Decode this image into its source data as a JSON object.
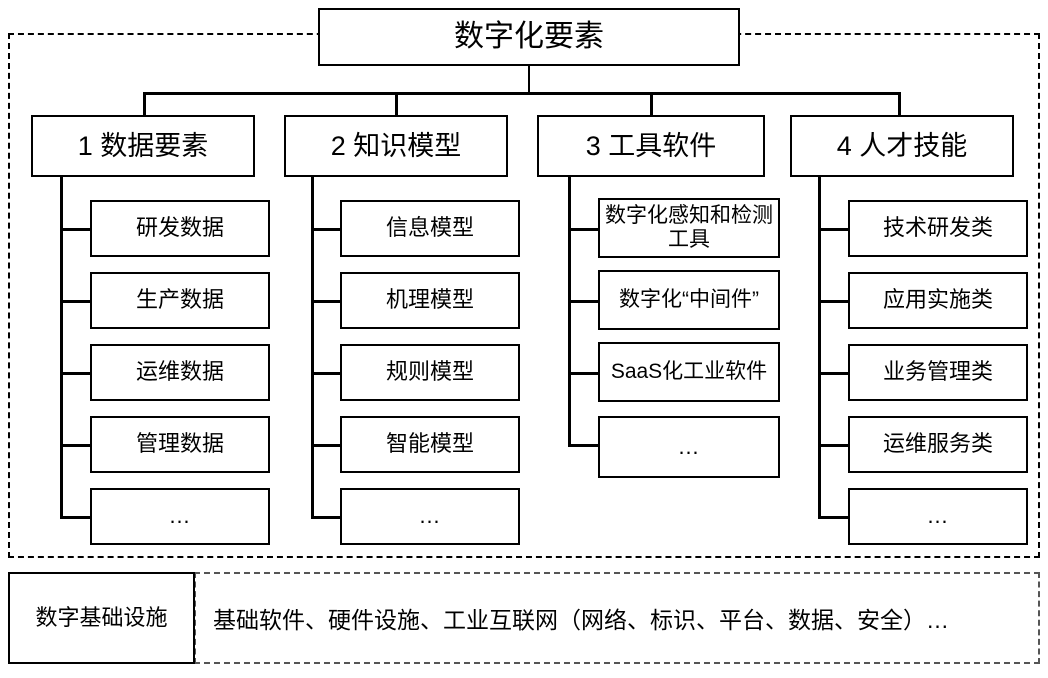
{
  "diagram": {
    "title": "数字化要素",
    "columns": [
      {
        "header": "1 数据要素",
        "items": [
          {
            "label": "研发数据"
          },
          {
            "label": "生产数据"
          },
          {
            "label": "运维数据"
          },
          {
            "label": "管理数据"
          },
          {
            "label": "…"
          }
        ]
      },
      {
        "header": "2 知识模型",
        "items": [
          {
            "label": "信息模型"
          },
          {
            "label": "机理模型"
          },
          {
            "label": "规则模型"
          },
          {
            "label": "智能模型"
          },
          {
            "label": "…"
          }
        ]
      },
      {
        "header": "3 工具软件",
        "items": [
          {
            "label": "数字化感知和检测工具"
          },
          {
            "label": "数字化“中间件”"
          },
          {
            "label": "SaaS化工业软件"
          },
          {
            "label": "…"
          }
        ]
      },
      {
        "header": "4 人才技能",
        "items": [
          {
            "label": "技术研发类"
          },
          {
            "label": "应用实施类"
          },
          {
            "label": "业务管理类"
          },
          {
            "label": "运维服务类"
          },
          {
            "label": "…"
          }
        ]
      }
    ],
    "infrastructure": {
      "label": "数字基础设施",
      "content": "基础软件、硬件设施、工业互联网（网络、标识、平台、数据、安全）…"
    },
    "colors": {
      "stroke": "#000000",
      "background": "#ffffff",
      "dashed_stroke": "#555555"
    }
  }
}
